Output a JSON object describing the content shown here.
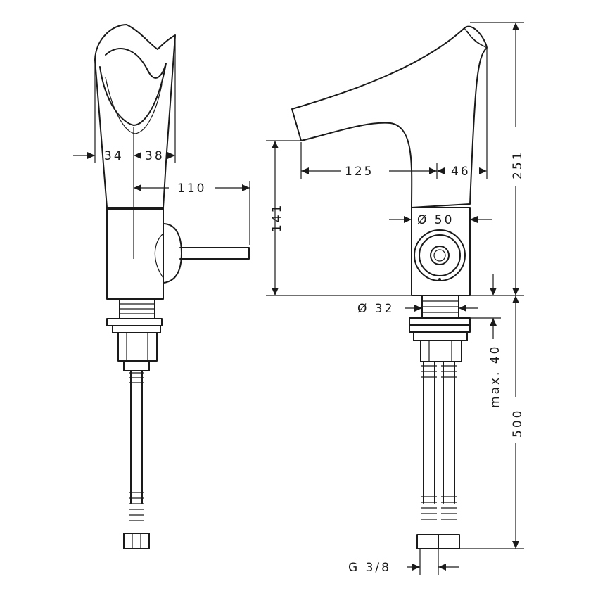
{
  "dimensions": {
    "left_width_a": "34",
    "left_width_b": "38",
    "lever_reach": "110",
    "spout_reach": "125",
    "spout_tip": "46",
    "body_diameter": "Ø 50",
    "spout_height": "141",
    "total_height": "251",
    "base_diameter": "Ø 32",
    "max_thickness": "max. 40",
    "hose_length": "500",
    "connection_thread": "G 3/8"
  }
}
